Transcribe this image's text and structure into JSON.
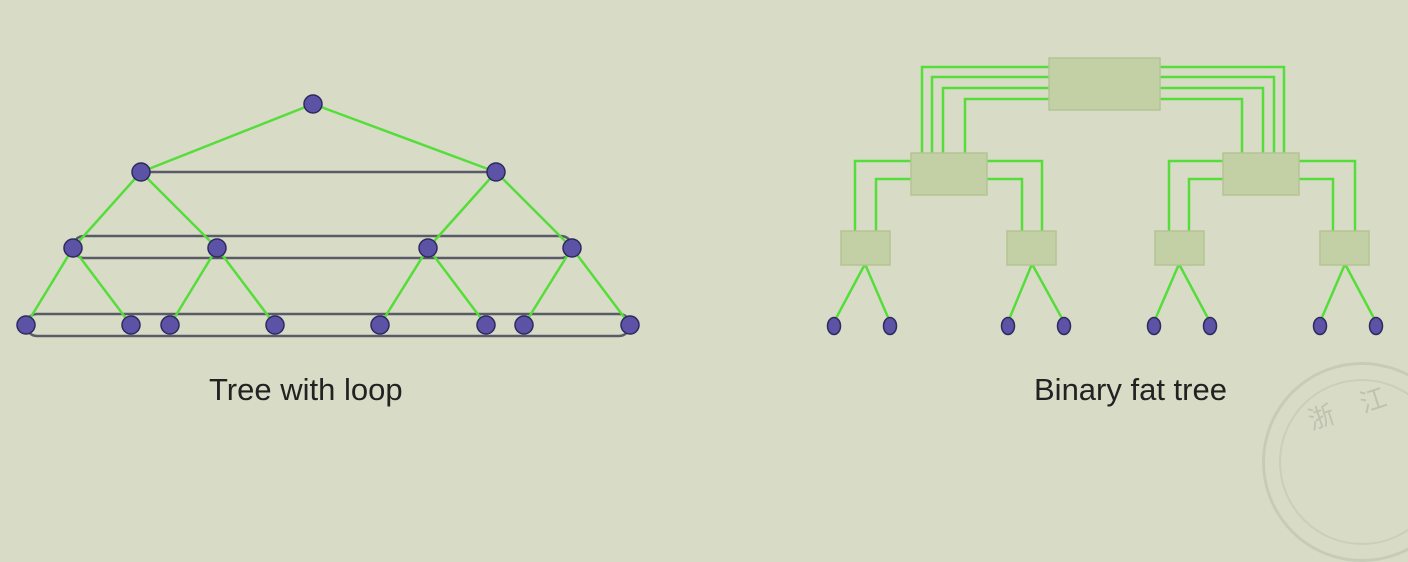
{
  "diagrams": {
    "left": {
      "caption": "Tree with loop"
    },
    "right": {
      "caption": "Binary fat tree"
    }
  },
  "watermark": {
    "text": "浙 江 大"
  },
  "colors": {
    "background": "#d8dcc7",
    "link_green": "#55dd3a",
    "loop_gray": "#5a5a68",
    "node_fill": "#5c52a6",
    "node_stroke": "#2e2a5e",
    "switch_fill": "#c3d0a5",
    "switch_stroke": "#b4c494"
  }
}
